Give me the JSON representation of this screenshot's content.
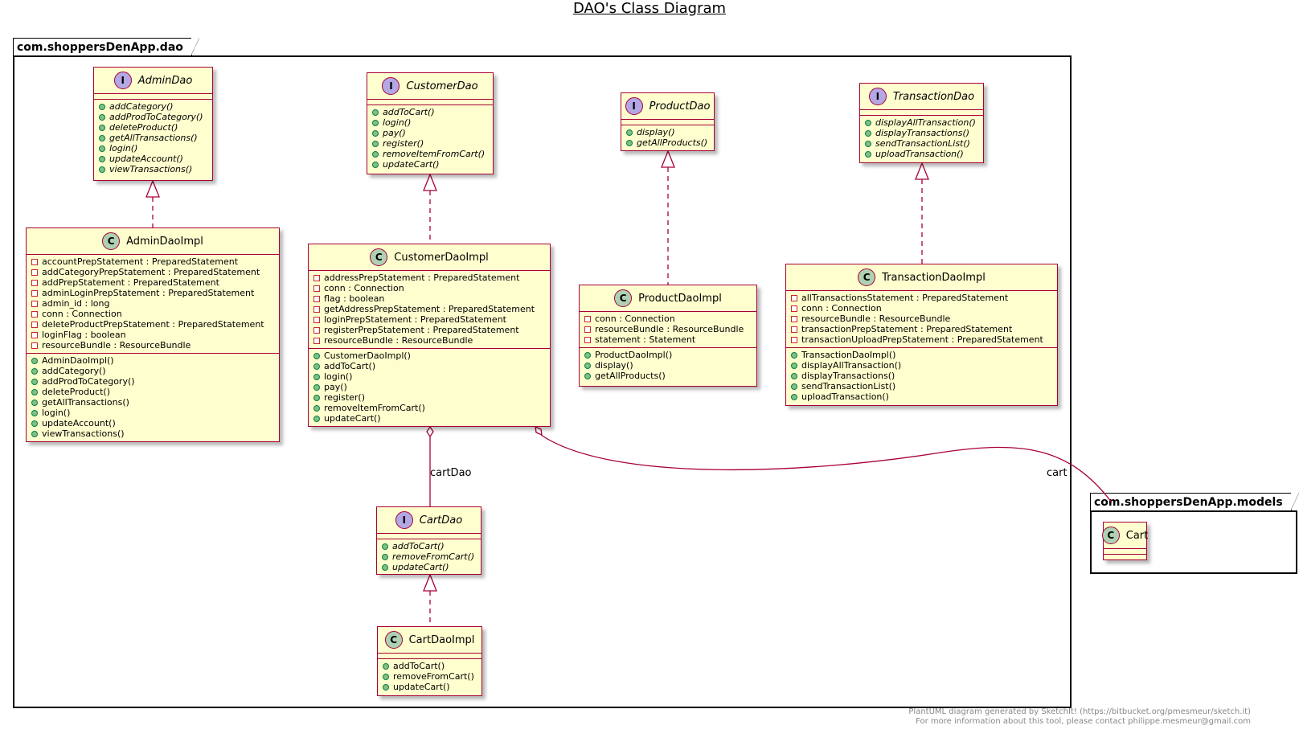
{
  "title": "DAO's Class Diagram",
  "packages": {
    "dao": "com.shoppersDenApp.dao",
    "models": "com.shoppersDenApp.models"
  },
  "classes": {
    "AdminDao": {
      "stereotype": "I",
      "name": "AdminDao",
      "fields": [],
      "methods": [
        "addCategory()",
        "addProdToCategory()",
        "deleteProduct()",
        "getAllTransactions()",
        "login()",
        "updateAccount()",
        "viewTransactions()"
      ]
    },
    "CustomerDao": {
      "stereotype": "I",
      "name": "CustomerDao",
      "fields": [],
      "methods": [
        "addToCart()",
        "login()",
        "pay()",
        "register()",
        "removeItemFromCart()",
        "updateCart()"
      ]
    },
    "ProductDao": {
      "stereotype": "I",
      "name": "ProductDao",
      "fields": [],
      "methods": [
        "display()",
        "getAllProducts()"
      ]
    },
    "TransactionDao": {
      "stereotype": "I",
      "name": "TransactionDao",
      "fields": [],
      "methods": [
        "displayAllTransaction()",
        "displayTransactions()",
        "sendTransactionList()",
        "uploadTransaction()"
      ]
    },
    "AdminDaoImpl": {
      "stereotype": "C",
      "name": "AdminDaoImpl",
      "fields": [
        "accountPrepStatement : PreparedStatement",
        "addCategoryPrepStatement : PreparedStatement",
        "addPrepStatement : PreparedStatement",
        "adminLoginPrepStatement : PreparedStatement",
        "admin_id : long",
        "conn : Connection",
        "deleteProductPrepStatement : PreparedStatement",
        "loginFlag : boolean",
        "resourceBundle : ResourceBundle"
      ],
      "methods": [
        "AdminDaoImpl()",
        "addCategory()",
        "addProdToCategory()",
        "deleteProduct()",
        "getAllTransactions()",
        "login()",
        "updateAccount()",
        "viewTransactions()"
      ]
    },
    "CustomerDaoImpl": {
      "stereotype": "C",
      "name": "CustomerDaoImpl",
      "fields": [
        "addressPrepStatement : PreparedStatement",
        "conn : Connection",
        "flag : boolean",
        "getAddressPrepStatement : PreparedStatement",
        "loginPrepStatement : PreparedStatement",
        "registerPrepStatement : PreparedStatement",
        "resourceBundle : ResourceBundle"
      ],
      "methods": [
        "CustomerDaoImpl()",
        "addToCart()",
        "login()",
        "pay()",
        "register()",
        "removeItemFromCart()",
        "updateCart()"
      ]
    },
    "ProductDaoImpl": {
      "stereotype": "C",
      "name": "ProductDaoImpl",
      "fields": [
        "conn : Connection",
        "resourceBundle : ResourceBundle",
        "statement : Statement"
      ],
      "methods": [
        "ProductDaoImpl()",
        "display()",
        "getAllProducts()"
      ]
    },
    "TransactionDaoImpl": {
      "stereotype": "C",
      "name": "TransactionDaoImpl",
      "fields": [
        "allTransactionsStatement : PreparedStatement",
        "conn : Connection",
        "resourceBundle : ResourceBundle",
        "transactionPrepStatement : PreparedStatement",
        "transactionUploadPrepStatement : PreparedStatement"
      ],
      "methods": [
        "TransactionDaoImpl()",
        "displayAllTransaction()",
        "displayTransactions()",
        "sendTransactionList()",
        "uploadTransaction()"
      ]
    },
    "CartDao": {
      "stereotype": "I",
      "name": "CartDao",
      "fields": [],
      "methods": [
        "addToCart()",
        "removeFromCart()",
        "updateCart()"
      ]
    },
    "CartDaoImpl": {
      "stereotype": "C",
      "name": "CartDaoImpl",
      "fields": [],
      "methods": [
        "addToCart()",
        "removeFromCart()",
        "updateCart()"
      ]
    },
    "Cart": {
      "stereotype": "C",
      "name": "Cart",
      "fields": [],
      "methods": []
    }
  },
  "relations": {
    "cartDao": "cartDao",
    "cart": "cart"
  },
  "footer": {
    "line1": "PlantUML diagram generated by SketchIt! (https://bitbucket.org/pmesmeur/sketch.it)",
    "line2": "For more information about this tool, please contact philippe.mesmeur@gmail.com"
  },
  "colors": {
    "class_fill": "#FEFECE",
    "class_border": "#A80036",
    "interface_badge": "#B4A7E5",
    "class_badge": "#ADD1B2",
    "public_marker": "#84BE84",
    "private_marker": "#C82930"
  }
}
